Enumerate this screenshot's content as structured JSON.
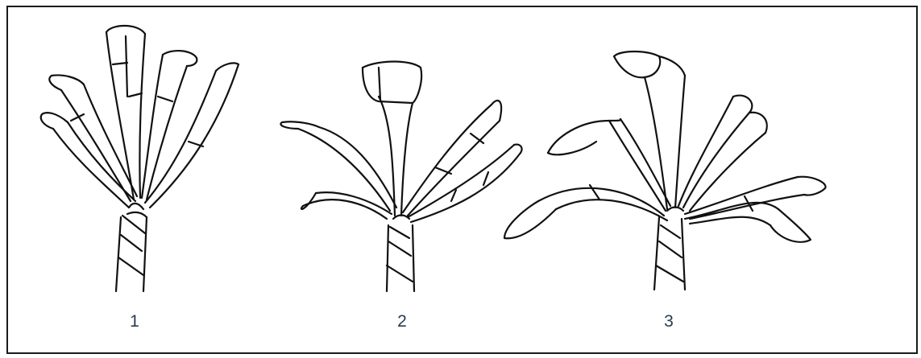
{
  "figure": {
    "panels": [
      {
        "label": "1",
        "icon": "upright-leaves-plant-icon"
      },
      {
        "label": "2",
        "icon": "spreading-leaves-plant-icon"
      },
      {
        "label": "3",
        "icon": "drooping-leaves-plant-icon"
      }
    ],
    "colors": {
      "line": "#111111",
      "label": "#2b3a4f",
      "frame": "#1a1a1a",
      "background": "#ffffff"
    }
  }
}
